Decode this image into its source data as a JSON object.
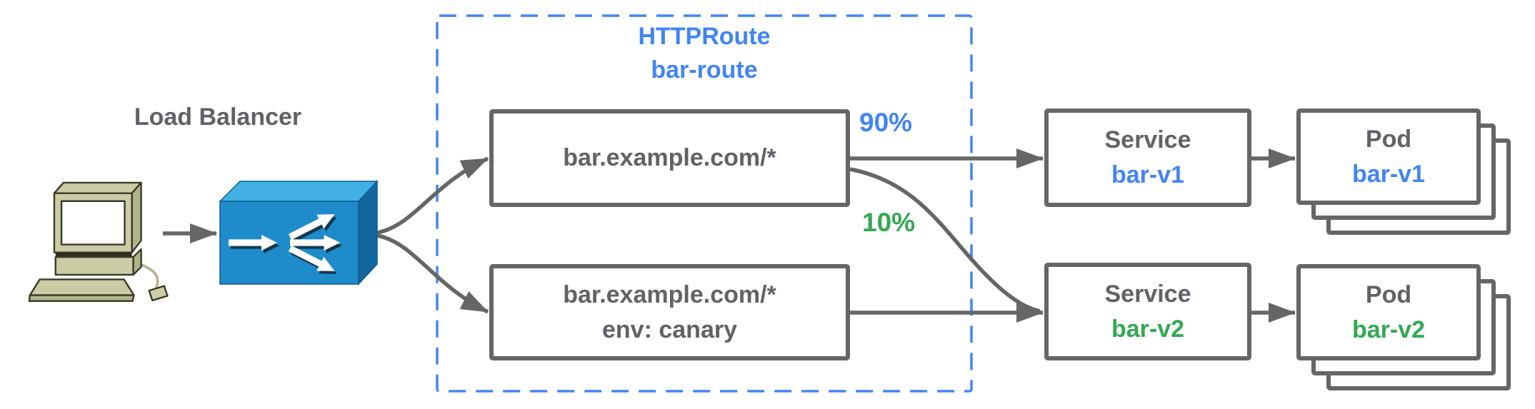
{
  "diagram": {
    "load_balancer_label": "Load Balancer",
    "httproute": {
      "kind": "HTTPRoute",
      "name": "bar-route"
    },
    "routes": [
      {
        "hostname": "bar.example.com/*"
      },
      {
        "hostname": "bar.example.com/*",
        "match": "env: canary"
      }
    ],
    "weights": [
      {
        "value": "90%",
        "target": "bar-v1"
      },
      {
        "value": "10%",
        "target": "bar-v2"
      }
    ],
    "services": [
      {
        "kind": "Service",
        "name": "bar-v1"
      },
      {
        "kind": "Service",
        "name": "bar-v2"
      }
    ],
    "pods": [
      {
        "kind": "Pod",
        "name": "bar-v1"
      },
      {
        "kind": "Pod",
        "name": "bar-v2"
      }
    ]
  },
  "colors": {
    "blue": "#4285F4",
    "green": "#34A853",
    "gray-text": "#5F6368",
    "line": "#666666",
    "lb-front": "#1E8BCB",
    "lb-top": "#41B1E4",
    "lb-side": "#11689F",
    "beige": "#CBCBA6",
    "beige-dark": "#B2B28C",
    "beige-outline": "#3B3B28"
  }
}
